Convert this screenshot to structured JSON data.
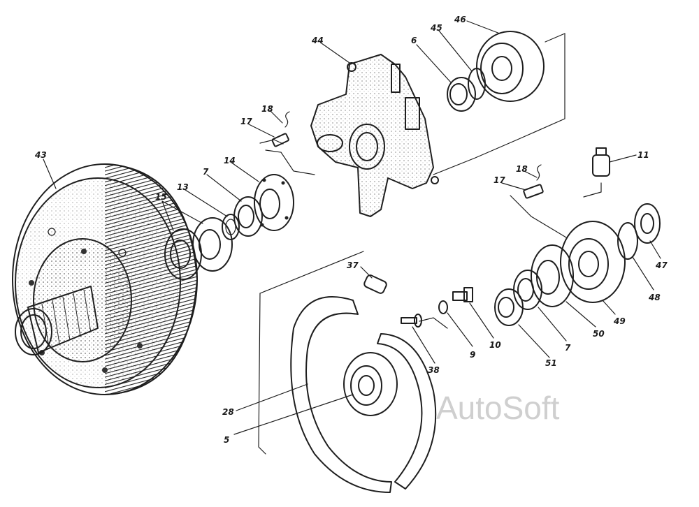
{
  "watermark": "AutoSoft",
  "colors": {
    "ink": "#1e1e1e",
    "paper": "#ffffff",
    "watermark": "#cfcfcf"
  },
  "callouts": {
    "c43": "43",
    "c15": "15",
    "c13": "13",
    "c7a": "7",
    "c14": "14",
    "c17a": "17",
    "c18a": "18",
    "c44": "44",
    "c6": "6",
    "c45": "45",
    "c46": "46",
    "c11": "11",
    "c18b": "18",
    "c17b": "17",
    "c47": "47",
    "c48": "48",
    "c49": "49",
    "c50": "50",
    "c7b": "7",
    "c51": "51",
    "c37": "37",
    "c10": "10",
    "c9": "9",
    "c38": "38",
    "c28": "28",
    "c5": "5"
  }
}
